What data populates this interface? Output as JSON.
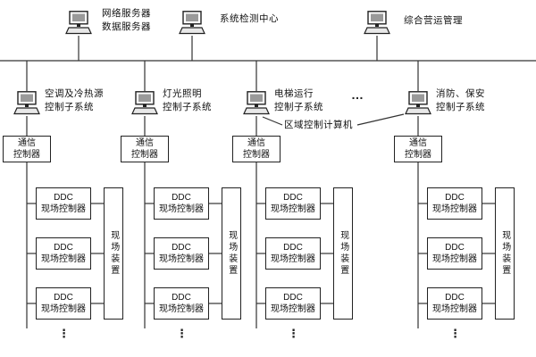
{
  "top_nodes": [
    {
      "label": "网络服务器\n数据服务器"
    },
    {
      "label": "系统检测中心"
    },
    {
      "label": "综合营运管理"
    }
  ],
  "row2": {
    "subsystems": [
      {
        "label": "空调及冷热源\n控制子系统"
      },
      {
        "label": "灯光照明\n控制子系统"
      },
      {
        "label": "电梯运行\n控制子系统"
      },
      {
        "label": "消防、保安\n控制子系统"
      }
    ],
    "ellipsis": "…",
    "area_computer_label": "区域控制计算机"
  },
  "column_labels": {
    "comm_controller": "通信\n控制器",
    "ddc_controller": "DDC\n现场控制器",
    "field_device": "现场装置",
    "continuation_dots": "⋮"
  }
}
